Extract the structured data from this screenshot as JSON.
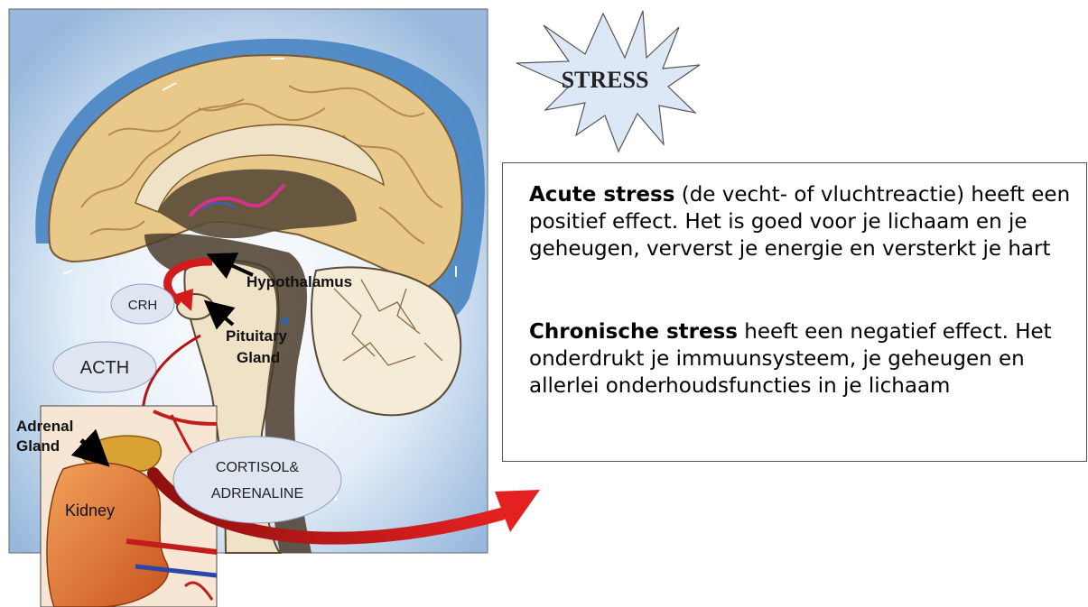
{
  "stress_burst": {
    "label": "STRESS"
  },
  "brain_labels": {
    "hypothalamus": "Hypothalamus",
    "pituitary_line1": "Pituitary",
    "pituitary_line2": "Gland",
    "adrenal_line1": "Adrenal",
    "adrenal_line2": "Gland",
    "kidney": "Kidney"
  },
  "hormones": {
    "crh": "CRH",
    "acth": "ACTH",
    "cortisol_line1": "CORTISOL&",
    "cortisol_line2": "ADRENALINE"
  },
  "text_panel": {
    "acute_bold": "Acute stress",
    "acute_rest": " (de vecht- of vluchtreactie) heeft een positief effect. Het is goed voor je lichaam en je geheugen, ververst je energie en versterkt je hart",
    "chronic_bold": "Chronische stress",
    "chronic_rest": " heeft een negatief effect. Het onderdrukt je immuunsysteem, je geheugen en allerlei onderhoudsfuncties in je lichaam"
  },
  "colors": {
    "background_blue": "#a9c6e3",
    "brain_tan": "#e9c98a",
    "brain_dark": "#5a4a36",
    "csf_blue": "#3f7fbf",
    "arrow_red": "#d11c1c",
    "kidney_orange": "#e07a3a",
    "hormone_ellipse": "#dfe6f1"
  }
}
